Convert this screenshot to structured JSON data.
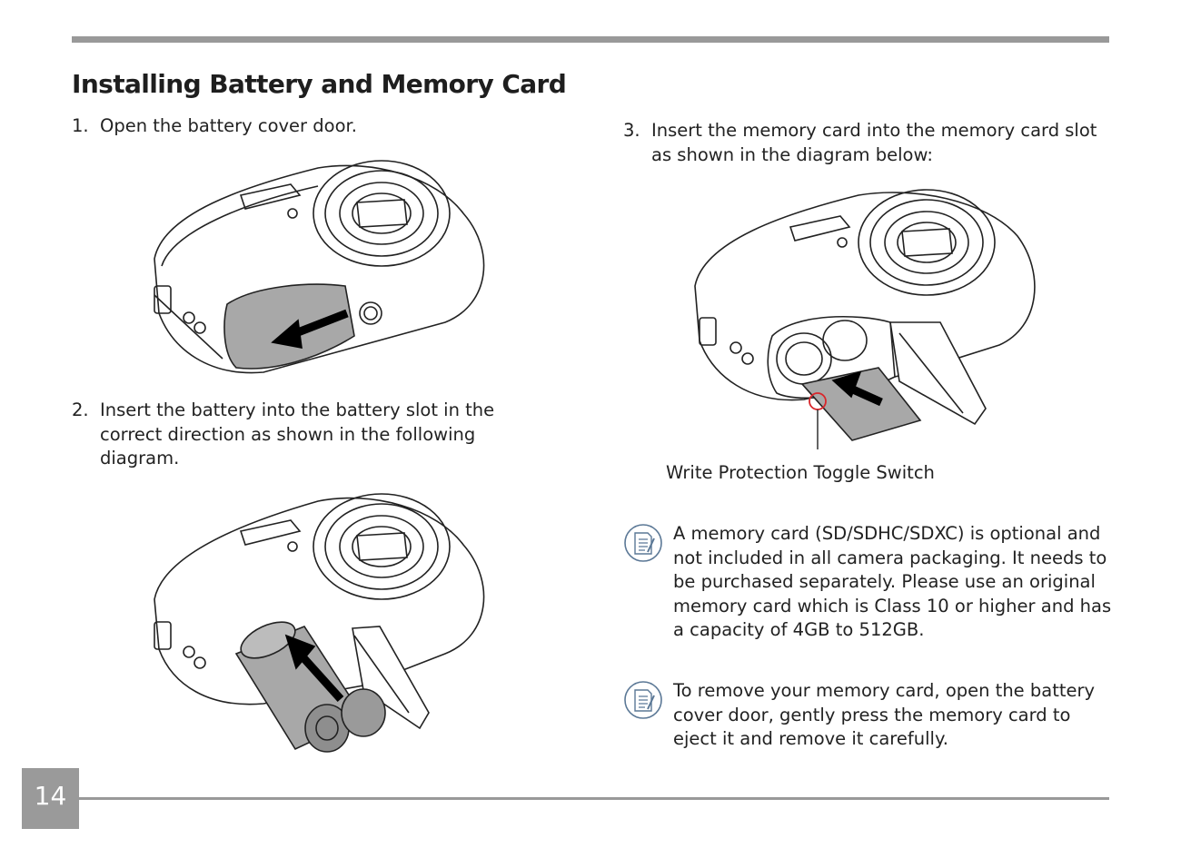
{
  "title": "Installing Battery and Memory Card",
  "steps": [
    {
      "num": "1.",
      "text": "Open the battery cover door."
    },
    {
      "num": "2.",
      "text": "Insert the battery into the battery slot in the correct direction as shown in the following diagram."
    },
    {
      "num": "3.",
      "text": "Insert the memory card into the memory card slot as shown in the diagram below:"
    }
  ],
  "figure_caption": "Write Protection Toggle Switch",
  "notes": [
    {
      "icon": "note-icon",
      "text": "A memory card (SD/SDHC/SDXC) is optional and not included in all camera packaging. It needs to be purchased separately. Please use an original memory card which is Class 10 or higher and has a capacity of 4GB to 512GB."
    },
    {
      "icon": "note-icon",
      "text": "To remove your memory card, open the battery cover door, gently press the memory card to eject it and remove it carefully."
    }
  ],
  "page_number": "14",
  "colors": {
    "rule": "#999999",
    "page_box": "#9a9a9a",
    "highlight": "#d9262b",
    "cover": "#a8a8a8"
  }
}
